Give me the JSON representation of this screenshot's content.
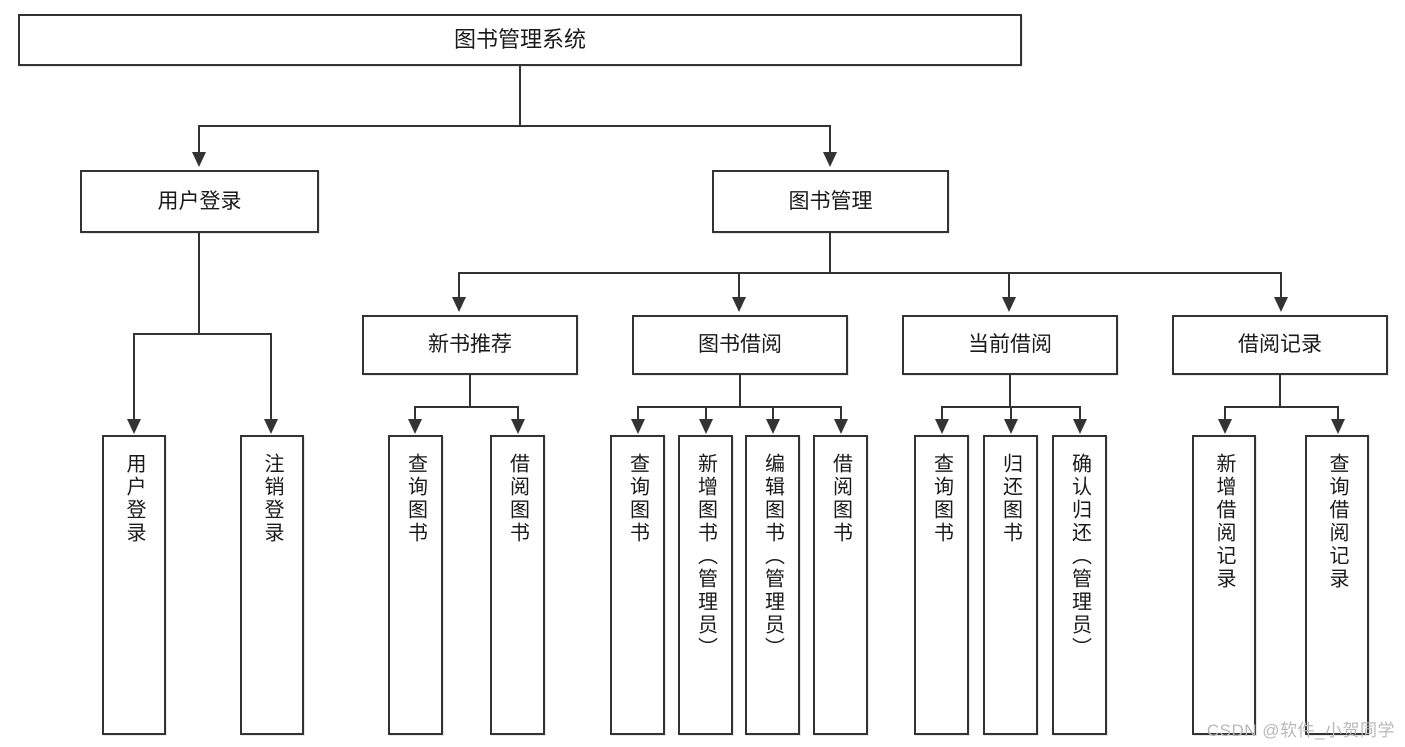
{
  "diagram": {
    "type": "tree",
    "title": "图书管理系统",
    "watermark": "CSDN @软件_小贺同学",
    "colors": {
      "background": "#ffffff",
      "border": "#333333",
      "text": "#1a1a1a",
      "connector": "#333333",
      "watermark": "#b9b9b9"
    },
    "root": {
      "label": "图书管理系统"
    },
    "level2": [
      {
        "label": "用户登录"
      },
      {
        "label": "图书管理"
      }
    ],
    "level3": [
      {
        "label": "新书推荐"
      },
      {
        "label": "图书借阅"
      },
      {
        "label": "当前借阅"
      },
      {
        "label": "借阅记录"
      }
    ],
    "leaves": {
      "user_login": [
        {
          "label": "用户登录"
        },
        {
          "label": "注销登录"
        }
      ],
      "new_book": [
        {
          "label": "查询图书"
        },
        {
          "label": "借阅图书"
        }
      ],
      "borrow_book": [
        {
          "label": "查询图书"
        },
        {
          "label": "新增图书（管理员）"
        },
        {
          "label": "编辑图书（管理员）"
        },
        {
          "label": "借阅图书"
        }
      ],
      "current_borrow": [
        {
          "label": "查询图书"
        },
        {
          "label": "归还图书"
        },
        {
          "label": "确认归还（管理员）"
        }
      ],
      "borrow_record": [
        {
          "label": "新增借阅记录"
        },
        {
          "label": "查询借阅记录"
        }
      ]
    }
  }
}
